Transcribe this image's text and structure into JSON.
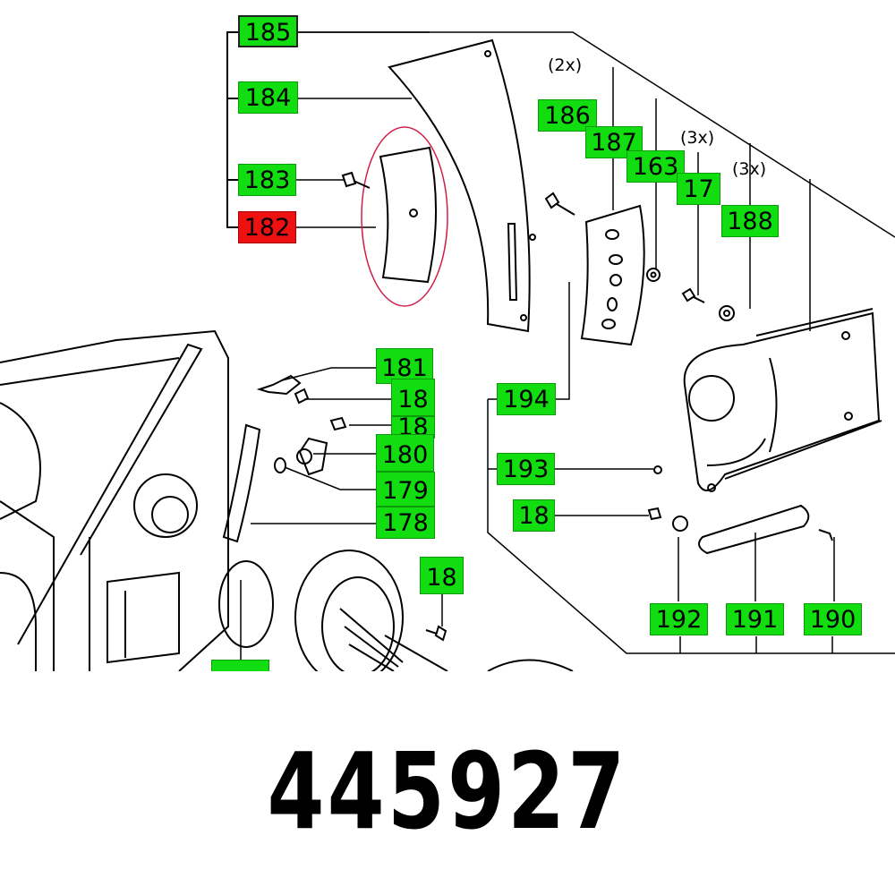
{
  "labels": {
    "l185": "185",
    "l184": "184",
    "l183": "183",
    "l182": "182",
    "l186": "186",
    "l187": "187",
    "l163": "163",
    "l17": "17",
    "l188": "188",
    "l194": "194",
    "l193": "193",
    "l18a": "18",
    "l181": "181",
    "l18b": "18",
    "l18c": "18",
    "l180": "180",
    "l179": "179",
    "l178": "178",
    "l18d": "18",
    "l192": "192",
    "l191": "191",
    "l190": "190"
  },
  "quantities": {
    "q186": "(2x)",
    "q17": "(3x)",
    "q188": "(3x)"
  },
  "part_number": "445927",
  "colors": {
    "label_green": "#11dd11",
    "highlight_red": "#ee1111",
    "circle": "#d0204a"
  }
}
